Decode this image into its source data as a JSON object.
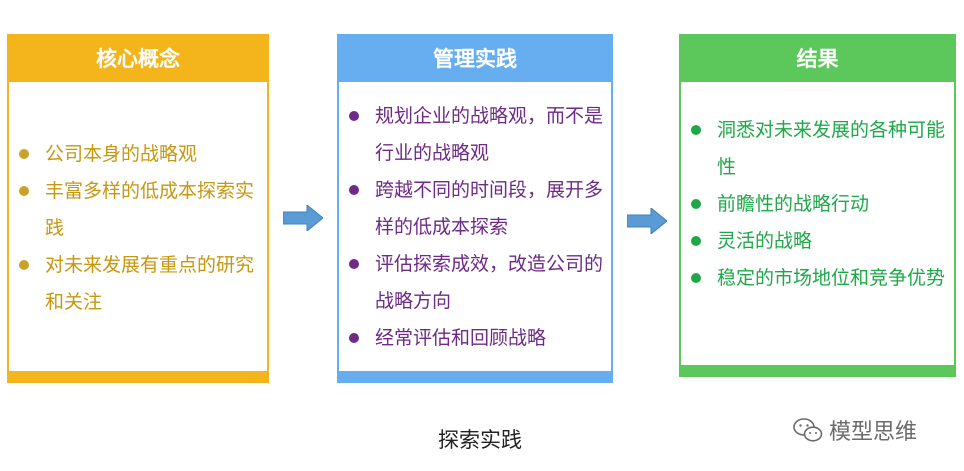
{
  "colors": {
    "core": "#f4b41c",
    "practice": "#66aef0",
    "result": "#5cc85c",
    "core_text": "#c79710",
    "practice_text": "#6e2a86",
    "result_text": "#1fa84a",
    "arrow": "#5b9bd5"
  },
  "panels": {
    "core": {
      "title": "核心概念",
      "items": [
        "公司本身的战略观",
        "丰富多样的低成本探索实践",
        "对未来发展有重点的研究和关注"
      ]
    },
    "practice": {
      "title": "管理实践",
      "items": [
        "规划企业的战略观，而不是行业的战略观",
        "跨越不同的时间段，展开多样的低成本探索",
        "评估探索成效，改造公司的战略方向",
        "经常评估和回顾战略"
      ]
    },
    "result": {
      "title": "结果",
      "items": [
        "洞悉对未来发展的各种可能性",
        "前瞻性的战略行动",
        "灵活的战略",
        "稳定的市场地位和竞争优势"
      ]
    }
  },
  "caption": "探索实践",
  "watermark": {
    "icon": "wechat-icon",
    "text": "模型思维"
  }
}
